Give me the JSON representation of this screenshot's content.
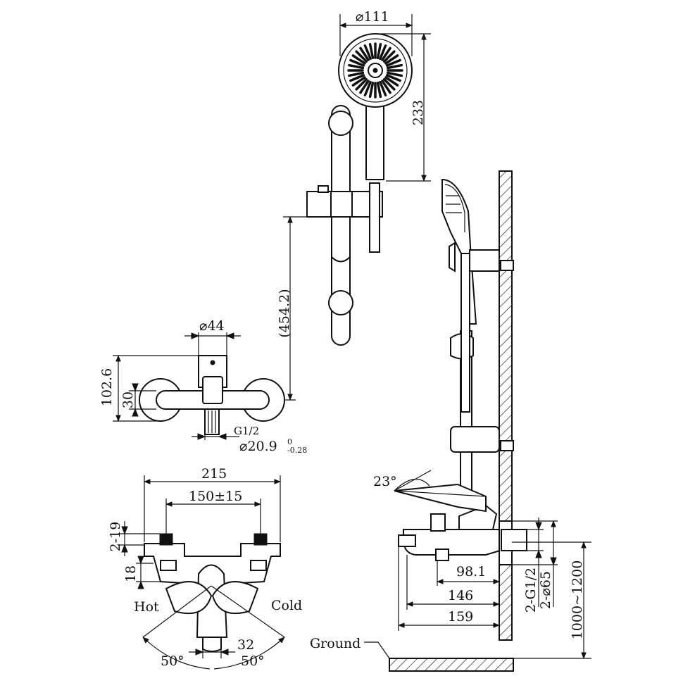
{
  "dimensions": {
    "handshower_diameter": "⌀111",
    "handshower_height": "233",
    "rail_distance": "(454.2)",
    "body_diameter": "⌀44",
    "total_height": "102.6",
    "body_height": "30",
    "thread": "G1/2",
    "pipe_diameter": "⌀20.9",
    "pipe_tol_upper": "0",
    "pipe_tol_lower": "-0.28",
    "width_total": "215",
    "centers": "150±15",
    "inlet_height": "2-19",
    "body_thickness": "18",
    "spout_width": "32",
    "angle_left": "50°",
    "angle_right": "50°",
    "lever_angle": "23°",
    "spout_98": "98.1",
    "spout_146": "146",
    "spout_159": "159",
    "wall_thread": "2-G1/2",
    "flange_diameter": "2-⌀65",
    "install_height": "1000~1200"
  },
  "labels": {
    "hot": "Hot",
    "cold": "Cold",
    "ground": "Ground"
  }
}
